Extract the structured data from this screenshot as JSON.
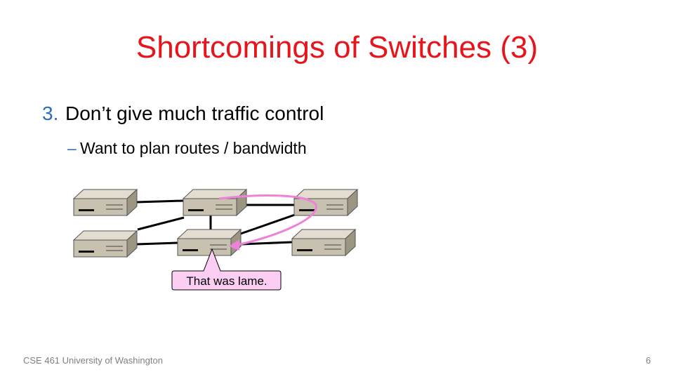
{
  "slide": {
    "title": "Shortcomings of Switches (3)",
    "bullet_number": "3.",
    "bullet_text": "Don’t give much traffic control",
    "sub_dash": "–",
    "sub_text": "Want to plan routes / bandwidth",
    "callout": "That was lame.",
    "footer": "CSE 461 University of Washington",
    "page_number": "6"
  },
  "colors": {
    "title": "#e8141b",
    "bullet_accent": "#2e6db4",
    "route_arrow": "#ee82d8",
    "callout_fill": "#fccef4"
  },
  "diagram": {
    "icons": [
      "network-switch-icon"
    ]
  }
}
